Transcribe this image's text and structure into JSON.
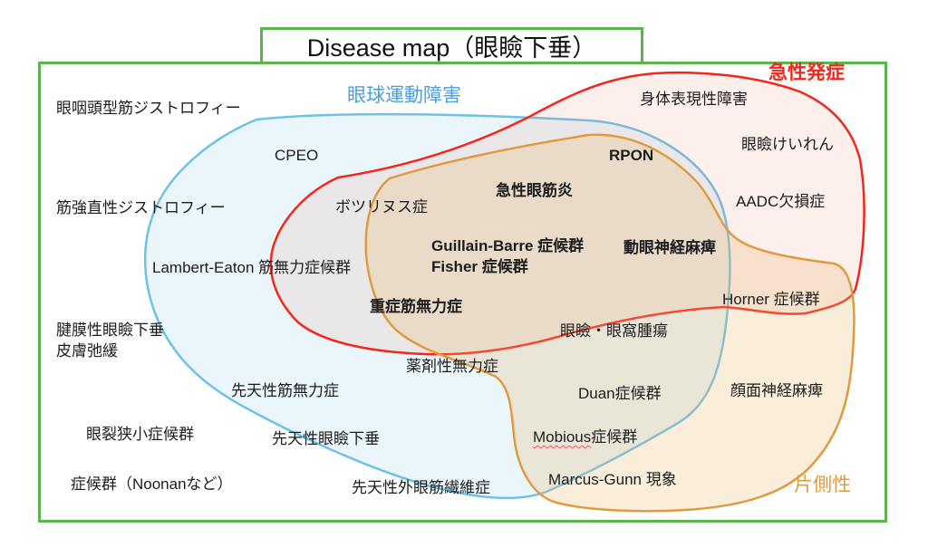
{
  "title": "Disease map（眼瞼下垂）",
  "colors": {
    "frame_green": "#5CB54A",
    "blue_stroke": "#6CC2EA",
    "blue_label": "#4D9FDC",
    "red_stroke": "#F3261C",
    "orange_stroke": "#E09A40"
  },
  "regions": {
    "eye_movement": "眼球運動障害",
    "acute_onset": "急性発症",
    "unilateral": "片側性"
  },
  "diseases": {
    "oculopharyngeal": "眼咽頭型筋ジストロフィー",
    "cpeo": "CPEO",
    "myotonic": "筋強直性ジストロフィー",
    "lambert_eaton": "Lambert-Eaton 筋無力症候群",
    "aponeurotic": "腱膜性眼瞼下垂",
    "dermatochalasis": "皮膚弛緩",
    "congenital_myasthenia": "先天性筋無力症",
    "blepharophimosis": "眼裂狭小症候群",
    "congenital_ptosis": "先天性眼瞼下垂",
    "noonan": "症候群（Noonanなど）",
    "cfeom": "先天性外眼筋繊維症",
    "botulism": "ボツリヌス症",
    "drug_induced": "薬剤性無力症",
    "somatic": "身体表現性障害",
    "blepharospasm": "眼瞼けいれん",
    "aadc": "AADC欠損症",
    "rpon": "RPON",
    "acute_ocular_myositis": "急性眼筋炎",
    "guillain_barre": "Guillain-Barre 症候群",
    "fisher": "Fisher 症候群",
    "oculomotor_palsy": "動眼神経麻痺",
    "myasthenia_gravis": "重症筋無力症",
    "horner": "Horner 症候群",
    "lid_orbital_tumor": "眼瞼・眼窩腫瘍",
    "duane": "Duan症候群",
    "mobius_latin": "Mobious",
    "mobius_jp": "症候群",
    "marcus_gunn": "Marcus-Gunn 現象",
    "facial_palsy": "顔面神経麻痺"
  }
}
